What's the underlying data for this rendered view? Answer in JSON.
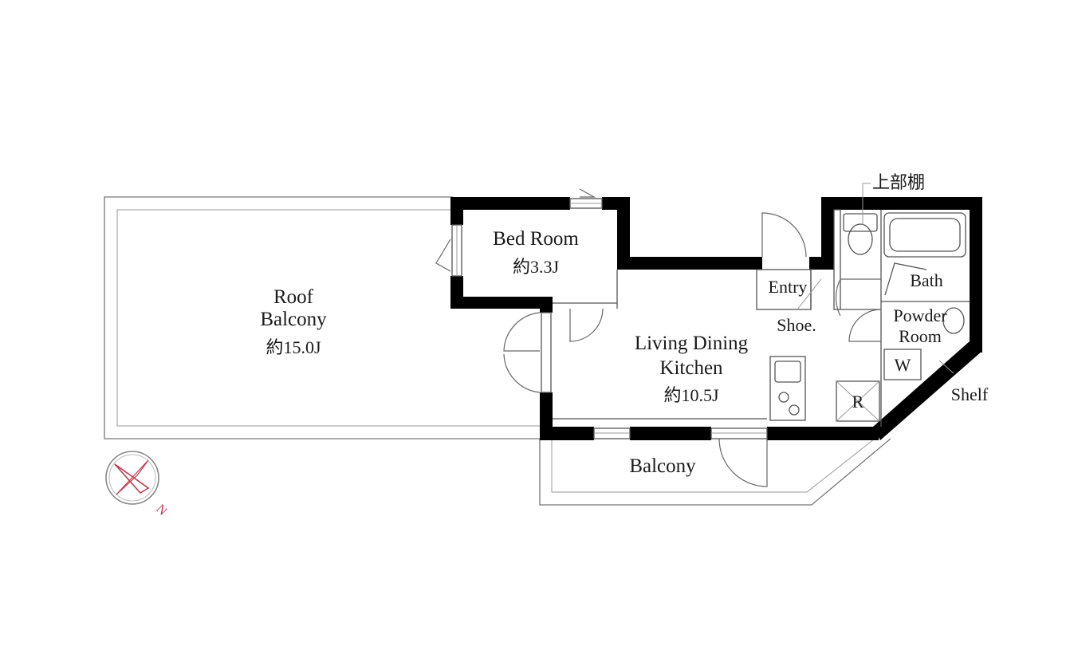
{
  "rooms": {
    "roof_balcony": {
      "name_line1": "Roof",
      "name_line2": "Balcony",
      "area": "約15.0J"
    },
    "bed_room": {
      "name": "Bed Room",
      "area": "約3.3J"
    },
    "ldk": {
      "name_line1": "Living Dining",
      "name_line2": "Kitchen",
      "area": "約10.5J"
    },
    "entry": {
      "name": "Entry"
    },
    "shoe": {
      "name": "Shoe."
    },
    "bath": {
      "name": "Bath"
    },
    "powder_room": {
      "name_line1": "Powder",
      "name_line2": "Room"
    },
    "balcony": {
      "name": "Balcony"
    }
  },
  "labels": {
    "upper_shelf": "上部棚",
    "shelf": "Shelf",
    "washer": "W",
    "refrigerator": "R"
  },
  "compass": {
    "letter": "N",
    "color": "#c0394b"
  }
}
